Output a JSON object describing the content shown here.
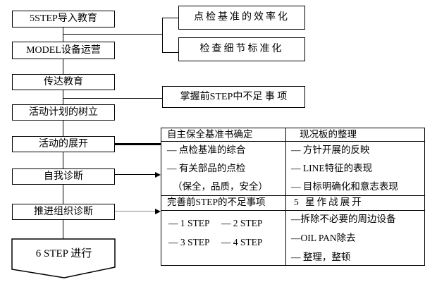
{
  "diagram": {
    "flow_steps": [
      {
        "label": "5STEP导入教育"
      },
      {
        "label": "MODEL设备运营"
      },
      {
        "label": "传达教育"
      },
      {
        "label": "活动计划的树立"
      },
      {
        "label": "活动的展开"
      },
      {
        "label": "自我诊断"
      },
      {
        "label": "推进组织诊断"
      }
    ],
    "terminal_label": "6 STEP 进行",
    "callouts": {
      "top": [
        {
          "label": "点检基准的效率化"
        },
        {
          "label": "检查细节标准化"
        }
      ],
      "middle": "掌握前STEP中不足 事 项"
    },
    "panel": {
      "sections": [
        {
          "left_header": "自主保全基准书确定",
          "left_items": [
            "— 点检基准的综合",
            "— 有关部品的点检",
            "（保全，品质，安全）"
          ],
          "right_header": "现况板的整理",
          "right_items": [
            "— 方针开展的反映",
            "— LINE特征的表现",
            "— 目标明确化和意志表现"
          ]
        },
        {
          "left_header": "完善前STEP的不足事项",
          "left_items": [
            "— 1 STEP　 — 2 STEP",
            "— 3 STEP　 — 4 STEP"
          ],
          "right_header": "5 星作战展开",
          "right_items": [
            "—拆除不必要的周边设备",
            "—OIL PAN除去",
            "— 整理，整顿"
          ]
        }
      ]
    },
    "colors": {
      "line": "#000000",
      "secondary_line": "#8a8a8a",
      "background": "#ffffff",
      "text": "#000000"
    }
  }
}
